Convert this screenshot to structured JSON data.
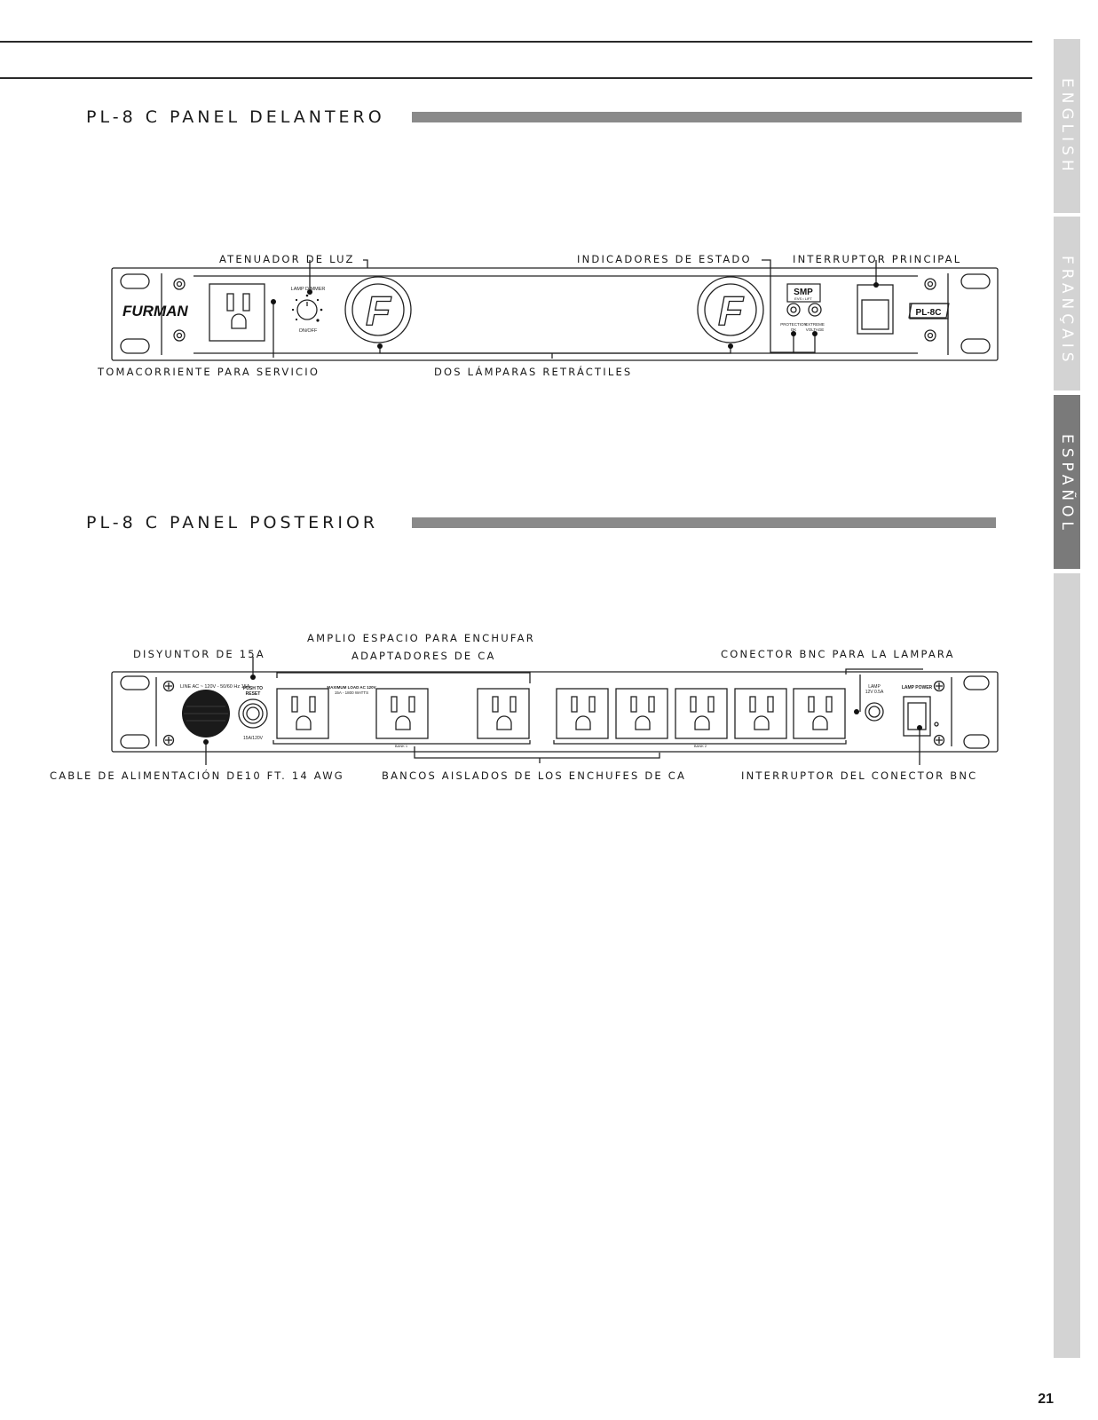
{
  "sections": {
    "front_title": "PL-8 C PANEL DELANTERO",
    "rear_title": "PL-8 C PANEL POSTERIOR"
  },
  "side_tabs": [
    {
      "label": "ENGLISH",
      "active": false
    },
    {
      "label": "FRANÇAIS",
      "active": false
    },
    {
      "label": "ESPAÑOL",
      "active": true
    }
  ],
  "front_panel": {
    "brand": "FURMAN",
    "model": "PL-8C",
    "lamp_dimmer": "LAMP DIMMER",
    "on_off": "ON/OFF",
    "smp_logo": "SMP",
    "smp_sub": "EVS • LiFT",
    "protection_ok": [
      "PROTECTION",
      "OK"
    ],
    "extreme_voltage": [
      "EXTREME",
      "VOLTAGE"
    ],
    "lamp_logo_letter": "F",
    "callouts": {
      "atenuador": "ATENUADOR DE LUZ",
      "indicadores": "INDICADORES DE ESTADO",
      "interruptor": "INTERRUPTOR PRINCIPAL",
      "tomacorriente": "TOMACORRIENTE PARA SERVICIO",
      "lamparas": "DOS LÁMPARAS RETRÁCTILES"
    }
  },
  "rear_panel": {
    "line_ac": "LINE AC ~ 120V - 50/60 Hz 15A",
    "push_reset": [
      "PUSH TO",
      "RESET"
    ],
    "breaker_rating": "15A/120V",
    "max_load": [
      "MAXIMUM LOAD AC 120V",
      "15A - 1800 WATTS"
    ],
    "bank1": "BANK 1",
    "bank2": "BANK 2",
    "lamp_label": [
      "LAMP",
      "12V 0.5A"
    ],
    "lamp_power": "LAMP POWER",
    "callouts": {
      "amplio_1": "AMPLIO ESPACIO PARA ENCHUFAR",
      "amplio_2": "ADAPTADORES DE CA",
      "disyuntor": "DISYUNTOR DE 15A",
      "conector": "CONECTOR BNC PARA LA LAMPARA",
      "cable": "CABLE DE ALIMENTACIÓN DE10 FT. 14 AWG",
      "bancos": "BANCOS AISLADOS DE LOS ENCHUFES DE CA",
      "interruptor_bnc": "INTERRUPTOR DEL CONECTOR BNC"
    }
  },
  "page_number": "21"
}
